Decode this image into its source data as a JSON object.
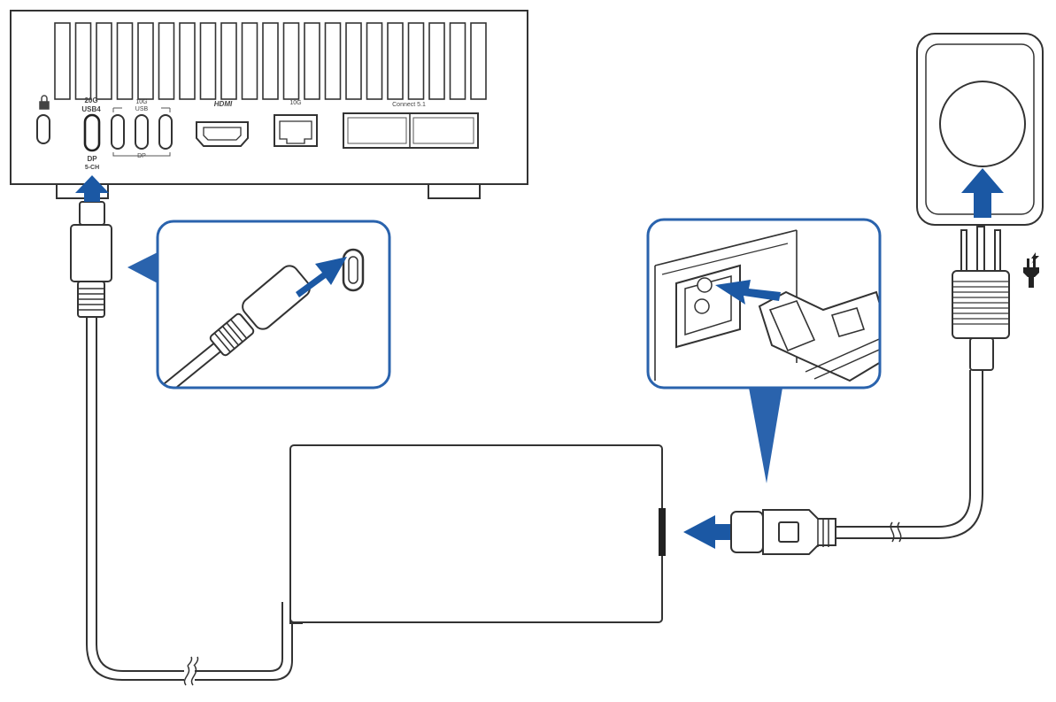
{
  "device": {
    "port_labels": {
      "tb4_top": "20G",
      "tb4_mid": "USB4",
      "tb4_bottom": "DP",
      "tb4_sub": "5-CH",
      "usb_top": "10G",
      "usb_mid": "USB",
      "usb_bottom": "DP",
      "hdmi": "HDMI",
      "ethernet": "10G",
      "connectivity": "Connect 5.1"
    }
  },
  "colors": {
    "arrow": "#1b58a4",
    "callout_border": "#2a63ad",
    "line": "#333333"
  },
  "icons": [
    "lock-icon",
    "power-plug-icon"
  ]
}
